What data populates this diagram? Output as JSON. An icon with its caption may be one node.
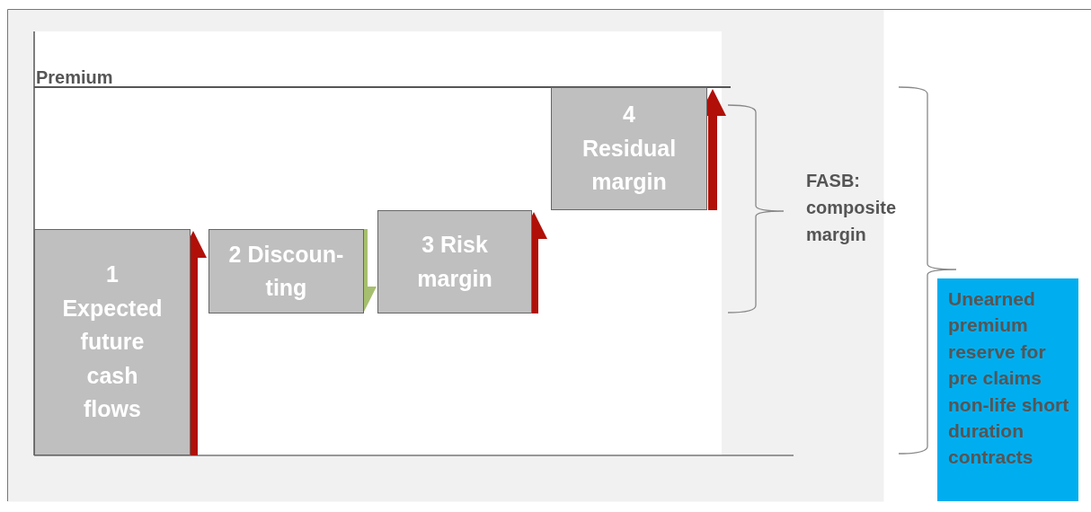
{
  "diagram": {
    "nodes": [
      {
        "text": [
          "1 Expected future cash flows"
        ]
      },
      {
        "text": [
          "2 Discoun-ting"
        ]
      },
      {
        "text": [
          "3 Risk margin"
        ]
      },
      {
        "text": [
          "4 Residual margin"
        ]
      },
      {
        "text": [
          "Unearned premium reserve for pre claims non-life short duration contracts"
        ]
      }
    ],
    "labels": [
      "Premium",
      "FASB: composite margin"
    ]
  }
}
